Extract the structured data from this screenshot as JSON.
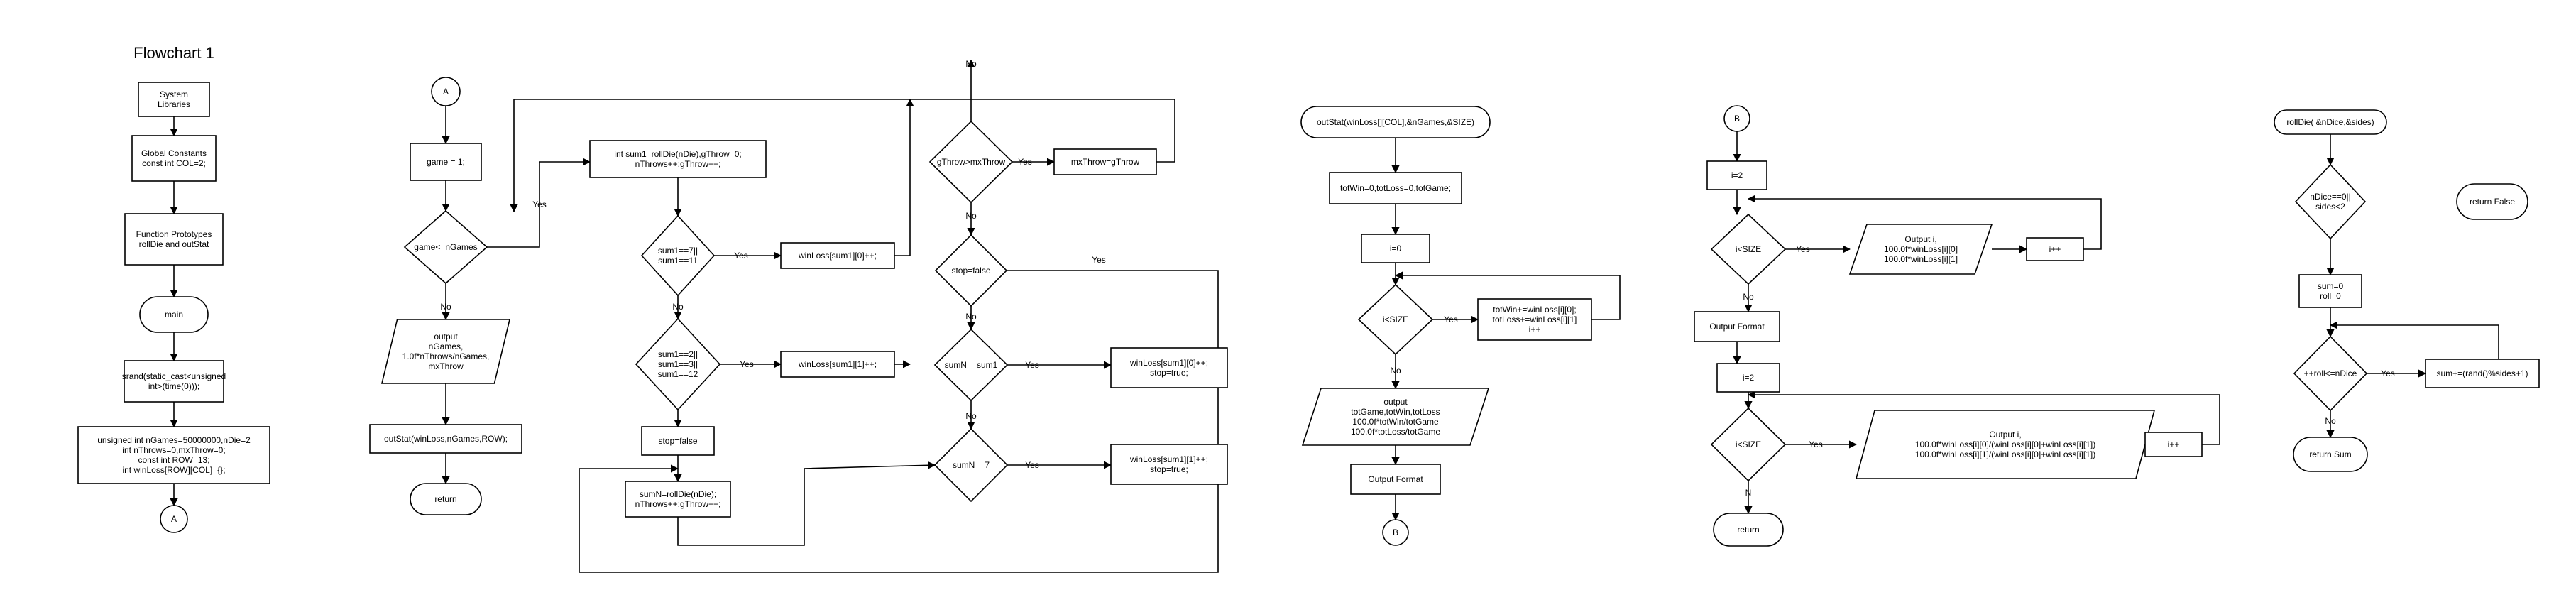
{
  "title": "Flowchart 1",
  "nodes": {
    "sys": [
      "System",
      "Libraries"
    ],
    "glob": [
      "Global Constants",
      "const int COL=2;"
    ],
    "proto": [
      "Function Prototypes",
      "rollDie and outStat"
    ],
    "main": [
      "main"
    ],
    "srand": [
      "srand(static_cast<unsigned",
      "int>(time(0)));"
    ],
    "decl": [
      "unsigned int nGames=50000000,nDie=2",
      "int nThrows=0,mxThrow=0;",
      "const int ROW=13;",
      "int winLoss[ROW][COL]={};"
    ],
    "connA1": [
      "A"
    ],
    "connA2": [
      "A"
    ],
    "game1": [
      "game = 1;"
    ],
    "gcond": [
      "game<=nGames"
    ],
    "outp": [
      "output",
      "nGames,",
      "1.0f*nThrows/nGames,",
      "mxThrow"
    ],
    "outcall": [
      "outStat(winLoss,nGames,ROW);"
    ],
    "ret1": [
      "return"
    ],
    "sum1init": [
      "int sum1=rollDie(nDie),gThrow=0;",
      "nThrows++;gThrow++;"
    ],
    "d7": [
      "sum1==7||",
      "sum1==11"
    ],
    "d2": [
      "sum1==2||",
      "sum1==3||",
      "sum1==12"
    ],
    "wl0": [
      "winLoss[sum1][0]++;"
    ],
    "wl1": [
      "winLoss[sum1][1]++;"
    ],
    "stopf1": [
      "stop=false"
    ],
    "sumN": [
      "sumN=rollDie(nDie);",
      "nThrows++;gThrow++;"
    ],
    "dmx": [
      "gThrow>mxThrow"
    ],
    "mxset": [
      "mxThrow=gThrow"
    ],
    "dstop": [
      "stop=false"
    ],
    "dsum1": [
      "sumN==sum1"
    ],
    "dsum7": [
      "sumN==7"
    ],
    "win0stop": [
      "winLoss[sum1][0]++;",
      "stop=true;"
    ],
    "win1stop": [
      "winLoss[sum1][1]++;",
      "stop=true;"
    ],
    "os_start": [
      "outStat(winLoss[][COL],&nGames,&SIZE)"
    ],
    "os_init": [
      "totWin=0,totLoss=0,totGame;"
    ],
    "os_i0": [
      "i=0"
    ],
    "os_cond": [
      "i<SIZE"
    ],
    "os_acc": [
      "totWin+=winLoss[i][0];",
      "totLoss+=winLoss[i][1]",
      "i++"
    ],
    "os_out": [
      "output",
      "totGame,totWin,totLoss",
      "100.0f*totWin/totGame",
      "100.0f*totLoss/totGame"
    ],
    "os_fmt": [
      "Output  Format"
    ],
    "connB1": [
      "B"
    ],
    "connB2": [
      "B"
    ],
    "b_i2a": [
      "i=2"
    ],
    "b_c1": [
      "i<SIZE"
    ],
    "b_out1": [
      "Output i,",
      "100.0f*winLoss[i][0]",
      "100.0f*winLoss[i][1]"
    ],
    "b_inc1": [
      "i++"
    ],
    "b_fmt": [
      "Output  Format"
    ],
    "b_i2b": [
      "i=2"
    ],
    "b_c2": [
      "i<SIZE"
    ],
    "b_out2": [
      "Output i,",
      "100.0f*winLoss[i][0]/(winLoss[i][0]+winLoss[i][1])",
      "100.0f*winLoss[i][1]/(winLoss[i][0]+winLoss[i][1])"
    ],
    "b_inc2": [
      "i++"
    ],
    "b_ret": [
      "return"
    ],
    "rd_start": [
      "rollDie( &nDice,&sides)"
    ],
    "rd_cond": [
      "nDice==0||",
      "sides<2"
    ],
    "rd_false": [
      "return False"
    ],
    "rd_init": [
      "sum=0",
      "roll=0"
    ],
    "rd_loop": [
      "++roll<=nDice"
    ],
    "rd_body": [
      "sum+=(rand()%sides+1)"
    ],
    "rd_ret": [
      "return Sum"
    ]
  },
  "edge_labels": {
    "yes": "Yes",
    "no": "No",
    "n": "N"
  }
}
